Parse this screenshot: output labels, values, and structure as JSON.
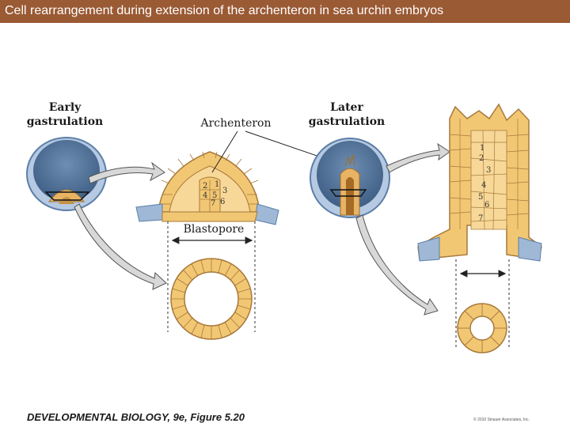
{
  "title": "Cell rearrangement during extension of the archenteron in sea urchin embryos",
  "labels": {
    "early_line1": "Early",
    "early_line2": "gastrulation",
    "later_line1": "Later",
    "later_line2": "gastrulation",
    "archenteron": "Archenteron",
    "blastopore": "Blastopore"
  },
  "early_cell_numbers": [
    "1",
    "2",
    "3",
    "4",
    "5",
    "6",
    "7"
  ],
  "later_cell_numbers": [
    "1",
    "2",
    "3",
    "4",
    "5",
    "6",
    "7"
  ],
  "footer": {
    "book": "DEVELOPMENTAL BIOLOGY, 9e, Figure 5.20",
    "copyright": "© 2010 Sinauer Associates, Inc."
  },
  "colors": {
    "title_bar": "#9a5a34",
    "cell_fill": "#f2c774",
    "cell_stroke": "#a7793a",
    "ectoderm_blue": "#9fb8d6",
    "embryo_dark": "#4d6f95"
  }
}
